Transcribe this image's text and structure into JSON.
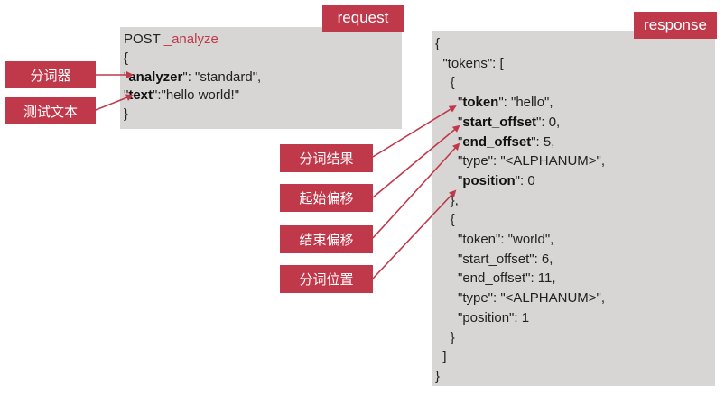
{
  "request": {
    "tag": "request",
    "method": "POST",
    "endpoint": "_analyze",
    "lines": [
      {
        "pre": "{",
        "key": "",
        "post": ""
      },
      {
        "pre": "\"",
        "key": "analyzer",
        "post": "\": \"standard\","
      },
      {
        "pre": "\"",
        "key": "text",
        "post": "\":\"hello world!\""
      },
      {
        "pre": "}",
        "key": "",
        "post": ""
      }
    ]
  },
  "response": {
    "tag": "response",
    "lines": [
      {
        "pre": "{",
        "key": "",
        "post": ""
      },
      {
        "pre": "  \"tokens\": [",
        "key": "",
        "post": ""
      },
      {
        "pre": "    {",
        "key": "",
        "post": ""
      },
      {
        "pre": "      \"",
        "key": "token",
        "post": "\": \"hello\","
      },
      {
        "pre": "      \"",
        "key": "start_offset",
        "post": "\": 0,"
      },
      {
        "pre": "      \"",
        "key": "end_offset",
        "post": "\": 5,"
      },
      {
        "pre": "      \"type\": \"<ALPHANUM>\",",
        "key": "",
        "post": ""
      },
      {
        "pre": "      \"",
        "key": "position",
        "post": "\": 0"
      },
      {
        "pre": "    },",
        "key": "",
        "post": ""
      },
      {
        "pre": "    {",
        "key": "",
        "post": ""
      },
      {
        "pre": "      \"token\": \"world\",",
        "key": "",
        "post": ""
      },
      {
        "pre": "      \"start_offset\": 6,",
        "key": "",
        "post": ""
      },
      {
        "pre": "      \"end_offset\": 11,",
        "key": "",
        "post": ""
      },
      {
        "pre": "      \"type\": \"<ALPHANUM>\",",
        "key": "",
        "post": ""
      },
      {
        "pre": "      \"position\": 1",
        "key": "",
        "post": ""
      },
      {
        "pre": "    }",
        "key": "",
        "post": ""
      },
      {
        "pre": "  ]",
        "key": "",
        "post": ""
      },
      {
        "pre": "}",
        "key": "",
        "post": ""
      }
    ]
  },
  "labels": {
    "analyzer": "分词器",
    "text": "测试文本",
    "token": "分词结果",
    "start_offset": "起始偏移",
    "end_offset": "结束偏移",
    "position": "分词位置"
  },
  "colors": {
    "accent": "#c0394b",
    "panel": "#d7d6d4"
  }
}
